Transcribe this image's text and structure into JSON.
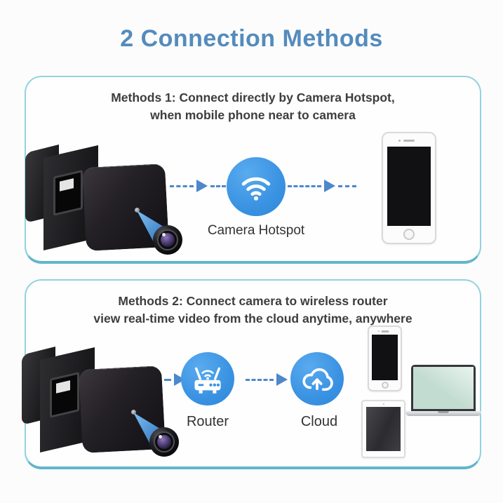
{
  "title": "2 Connection Methods",
  "panel1": {
    "heading_line1": "Methods 1: Connect directly by Camera Hotspot,",
    "heading_line2": "when mobile phone near to camera",
    "hotspot_label": "Camera Hotspot"
  },
  "panel2": {
    "heading_line1": "Methods 2: Connect camera to wireless router",
    "heading_line2": "view real-time video from the cloud anytime, anywhere",
    "router_label": "Router",
    "cloud_label": "Cloud"
  },
  "icons": {
    "wifi": "wifi-icon",
    "router": "router-icon",
    "cloud": "cloud-upload-icon",
    "camera_lens": "camera-lens-icon"
  },
  "colors": {
    "title_blue": "#548bbd",
    "node_blue": "#3a92e2",
    "arrow_blue": "#4c88cb",
    "panel_border": "#92d3de",
    "panel_border_bottom": "#61b6ca",
    "text_dark": "#3d3d3d"
  }
}
